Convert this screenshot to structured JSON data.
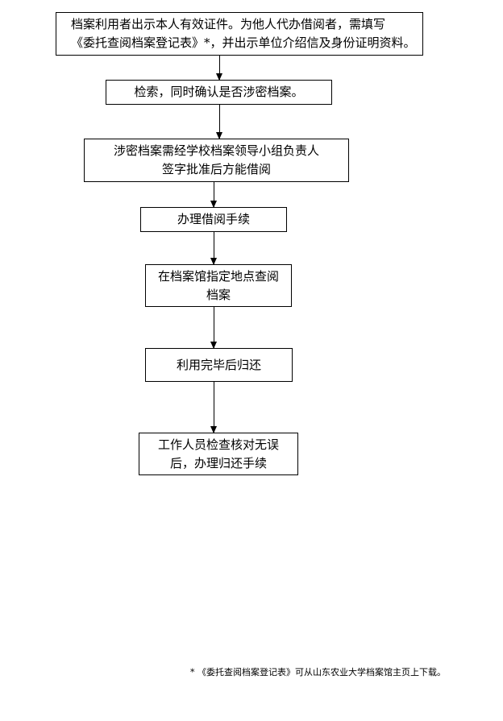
{
  "flowchart": {
    "steps": [
      {
        "text": "档案利用者出示本人有效证件。为他人代办借阅者，需填写\n《委托查阅档案登记表》*，并出示单位介绍信及身份证明资料。"
      },
      {
        "text": "检索，同时确认是否涉密档案。"
      },
      {
        "text": "涉密档案需经学校档案领导小组负责人\n签字批准后方能借阅"
      },
      {
        "text": "办理借阅手续"
      },
      {
        "text": "在档案馆指定地点查阅\n档案"
      },
      {
        "text": "利用完毕后归还"
      },
      {
        "text": "工作人员检查核对无误\n后，办理归还手续"
      }
    ]
  },
  "footnote": "* 《委托查阅档案登记表》可从山东农业大学档案馆主页上下载。"
}
